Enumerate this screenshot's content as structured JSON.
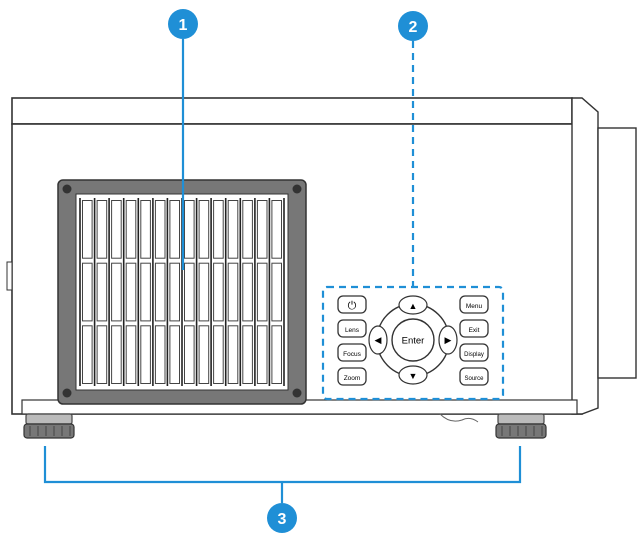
{
  "callouts": [
    {
      "number": "1"
    },
    {
      "number": "2"
    },
    {
      "number": "3"
    }
  ],
  "keypad": {
    "power_symbol": "⏻",
    "left_keys": [
      "Lens",
      "Focus",
      "Zoom"
    ],
    "right_keys": [
      "Menu",
      "Exit",
      "Display",
      "Source"
    ],
    "center_key": "Enter",
    "arrows": {
      "up": "▲",
      "down": "▼",
      "left": "◀",
      "right": "▶"
    }
  },
  "colors": {
    "callout": "#1f8fd6",
    "line": "#333333",
    "body_fill": "#ffffff",
    "foot": "#555555"
  }
}
